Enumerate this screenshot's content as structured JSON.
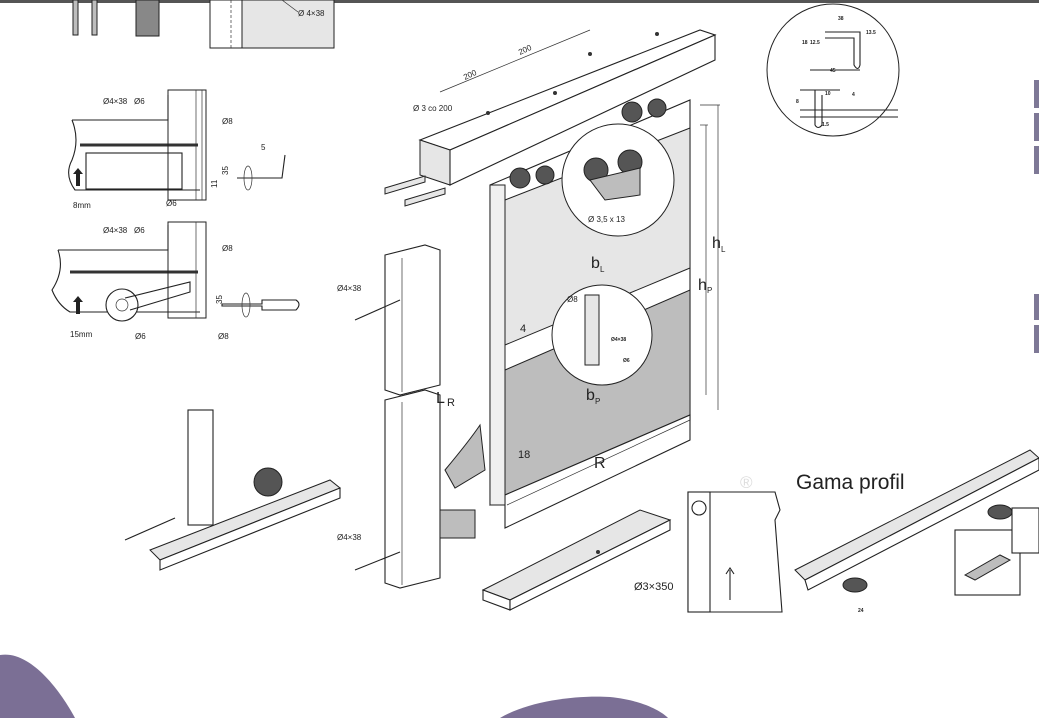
{
  "colors": {
    "accent_purple": "#7b6f95",
    "panel_gray": "#bdbdbd",
    "light_gray": "#e6e6e6",
    "side_tab": "#7e7896"
  },
  "top_strip": {
    "screw_label": "Ø 4×38"
  },
  "detail_upper": {
    "screw": "Ø4×38",
    "d6_top": "Ø6",
    "d8": "Ø8",
    "d6_bottom": "Ø6",
    "dim_35": "35",
    "dim_11": "11",
    "dim_5": "5",
    "adjust": "8mm"
  },
  "detail_lower": {
    "screw": "Ø4×38",
    "d6_top": "Ø6",
    "d8_top": "Ø8",
    "d6_bottom": "Ø6",
    "d8_bottom": "Ø8",
    "dim_35": "35",
    "adjust": "15mm"
  },
  "rail": {
    "hole_spec": "Ø 3 co 200",
    "spacing_1": "200",
    "spacing_2": "200"
  },
  "roller_zoom": {
    "screw": "Ø 3,5 x 13"
  },
  "profile_section": {
    "d38": "38",
    "d18": "18",
    "d12_5": "12.5",
    "d13_5": "13.5",
    "d45": "45",
    "d10": "10",
    "d8": "8",
    "d1_5": "1.5",
    "d4": "4"
  },
  "main": {
    "hL": {
      "main": "h",
      "sub": "L"
    },
    "hP": {
      "main": "h",
      "sub": "P"
    },
    "bL": {
      "main": "b",
      "sub": "L"
    },
    "bP": {
      "main": "b",
      "sub": "P"
    },
    "LR": {
      "main": "L",
      "sub": "R"
    },
    "dim_4": "4",
    "dim_18": "18",
    "R": "R",
    "upper_screw": "Ø4×38",
    "lower_screw": "Ø4×38",
    "connector_d8": "Ø8",
    "connector_screw": "Ø4×38",
    "connector_d6": "Ø6",
    "bottom_rail": "Ø3×350"
  },
  "brand": {
    "registered": "®",
    "title": "Gama profil",
    "dim": "24"
  }
}
